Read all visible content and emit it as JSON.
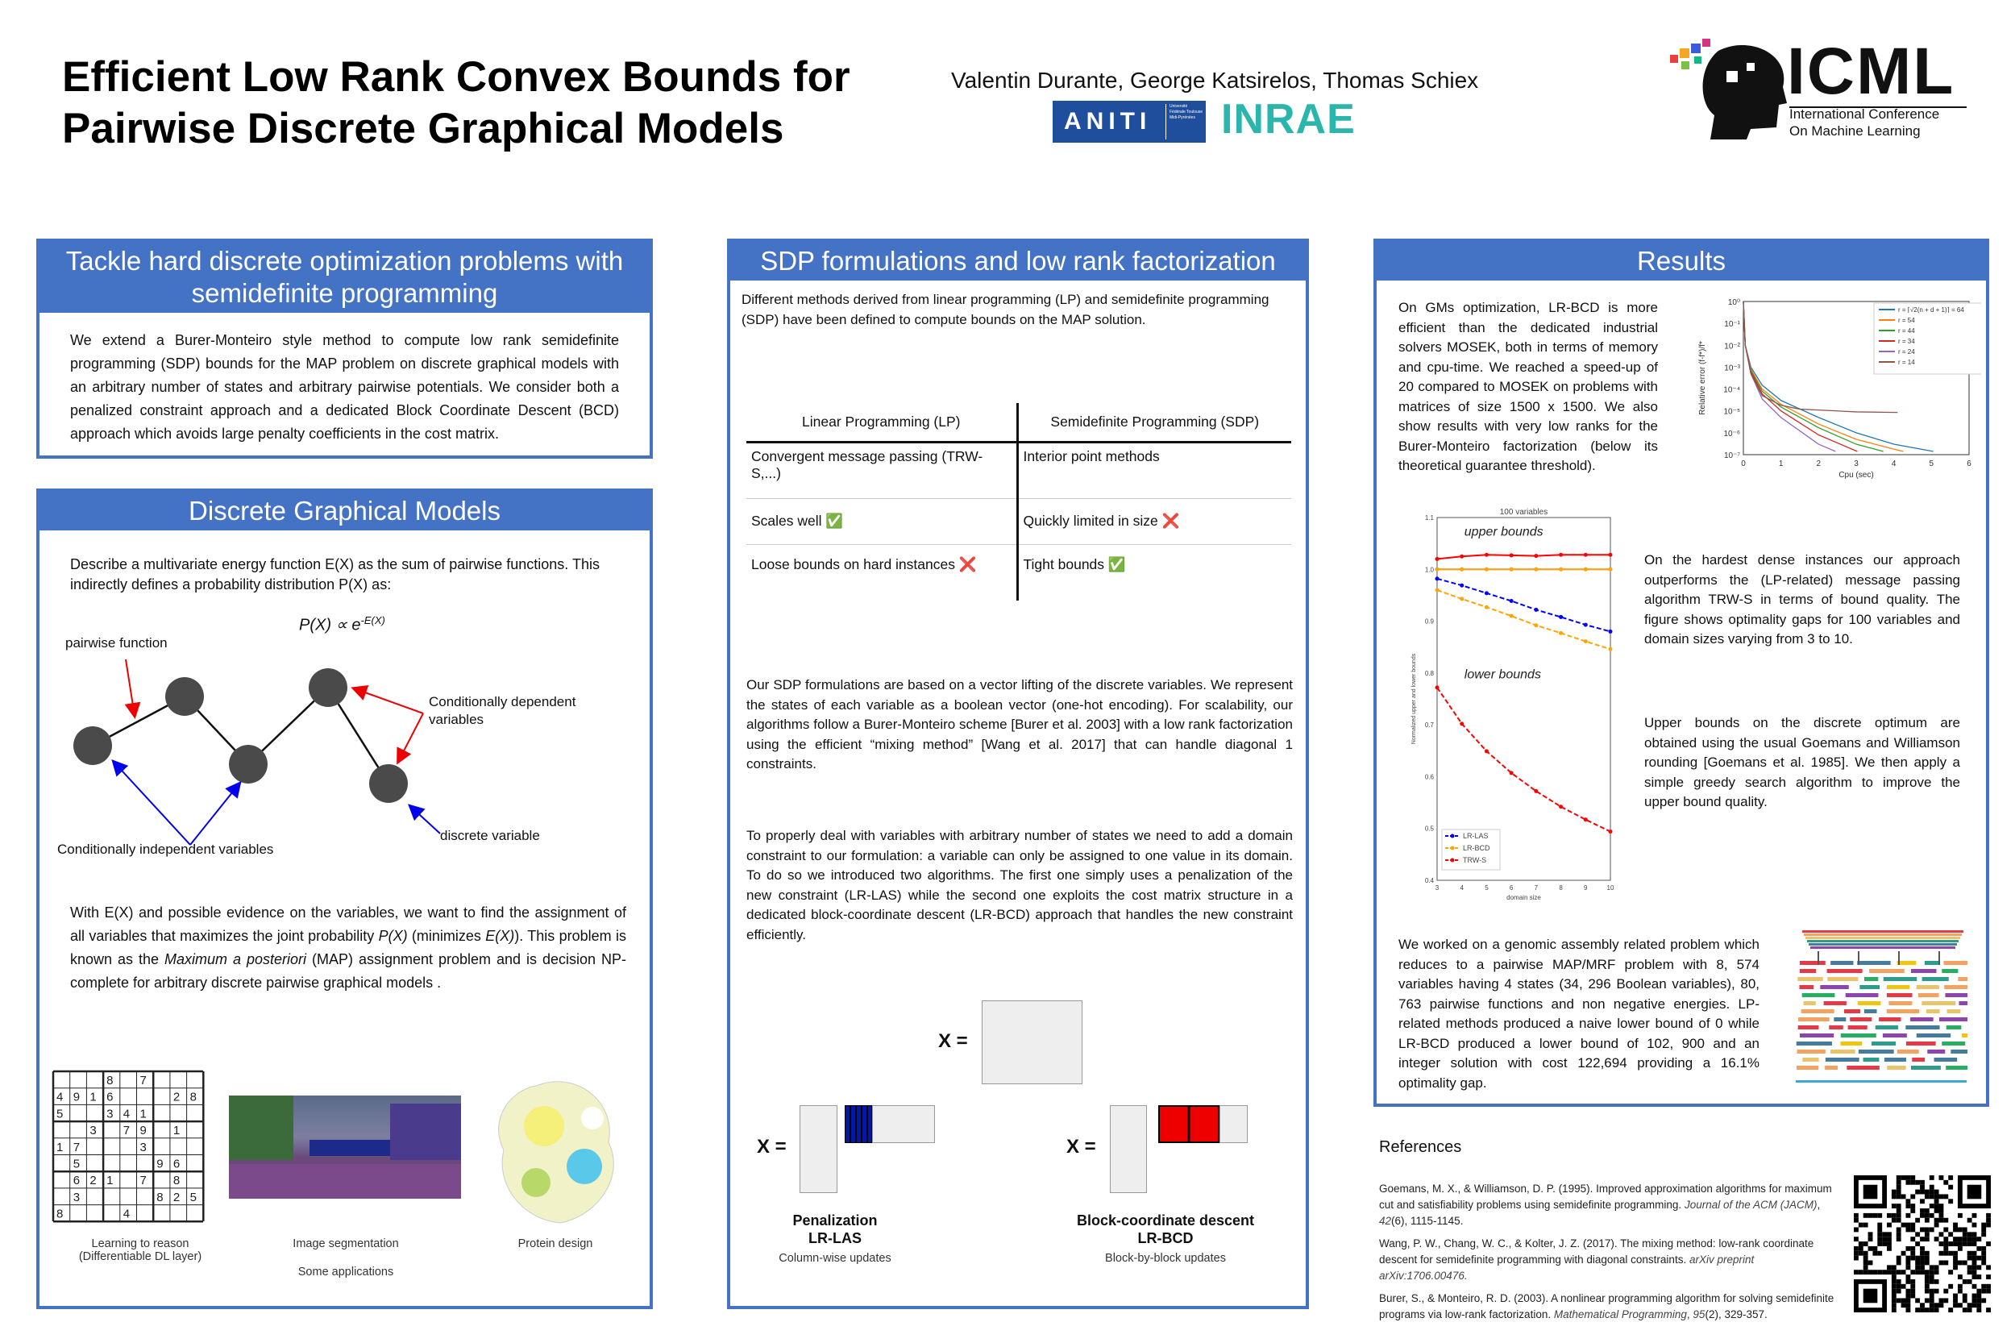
{
  "header": {
    "title_line1": "Efficient Low Rank Convex Bounds for",
    "title_line2": "Pairwise Discrete Graphical Models",
    "authors": "Valentin Durante, George Katsirelos, Thomas Schiex",
    "aniti_logo": "ANITI",
    "aniti_sub": "Université Fédérale Toulouse Midi-Pyrénées",
    "inrae_logo": "INRAE",
    "icml_logo": "ICML",
    "icml_sub1": "International Conference",
    "icml_sub2": "On Machine Learning"
  },
  "tackle": {
    "heading": "Tackle hard discrete optimization problems with semidefinite programming",
    "text": "We extend a Burer-Monteiro style method to compute low rank semidefinite programming (SDP) bounds for the MAP problem on discrete graphical models with an arbitrary number of states and arbitrary pairwise potentials. We consider both a penalized constraint approach and a dedicated Block Coordinate Descent (BCD) approach which avoids large penalty coefficients in the cost matrix."
  },
  "dgm": {
    "heading": "Discrete Graphical Models",
    "intro": "Describe a multivariate energy function E(X)  as the sum of pairwise functions. This indirectly defines a probability distribution P(X) as:",
    "formula_lhs": "P(X) ∝ e",
    "formula_exp": "-E(X)",
    "label_pairwise": "pairwise function",
    "label_dependent": "Conditionally dependent variables",
    "label_discrete": "discrete variable",
    "label_independent": "Conditionally independent variables",
    "map_text_1": "With E(X) and possible evidence on the variables, we want to find the assignment of all variables that maximizes the joint probability ",
    "map_px": "P(X)",
    "map_text_2": " (minimizes ",
    "map_ex": "E(X)",
    "map_text_3": "). This problem is known as the ",
    "map_name": "Maximum a posteriori",
    "map_text_4": " (MAP) assignment problem and is decision NP-complete for arbitrary discrete pairwise graphical models .",
    "apps": [
      {
        "caption1": "Learning to reason",
        "caption2": "(Differentiable DL layer)"
      },
      {
        "caption1": "Image segmentation",
        "caption2": ""
      },
      {
        "caption1": "Protein design",
        "caption2": ""
      }
    ],
    "apps_caption": "Some applications"
  },
  "sdp": {
    "heading": "SDP formulations and low rank factorization",
    "intro": "Different methods derived from linear programming (LP) and semidefinite programming (SDP) have been defined to compute bounds on the MAP solution.",
    "table": {
      "headers": [
        "Linear Programming (LP)",
        "Semidefinite Programming (SDP)"
      ],
      "rows": [
        [
          "Convergent message passing (TRW-S,...)",
          "Interior point methods"
        ],
        [
          "Scales well ✅",
          "Quickly limited in size ❌"
        ],
        [
          "Loose bounds on hard instances ❌",
          "Tight bounds ✅"
        ]
      ]
    },
    "para1": "Our SDP formulations are based on a vector lifting of the discrete  variables. We represent the states of each variable  as a boolean vector (one-hot encoding). For scalability, our algorithms follow a Burer-Monteiro scheme [Burer et al. 2003] with a low rank factorization using the efficient “mixing method” [Wang et al. 2017] that can handle diagonal 1 constraints.",
    "para2": "To properly deal with variables with arbitrary number of states we need to add a domain constraint to our formulation: a variable can only be assigned to one value in its domain. To do so we introduced two algorithms. The first one simply uses a penalization of the new constraint (LR-LAS) while the second one exploits the cost matrix structure in a dedicated block-coordinate descent (LR-BCD) approach that handles the new constraint efficiently.",
    "x_eq": "X =",
    "left": {
      "title": "Penalization",
      "name": "LR-LAS",
      "sub": "Column-wise updates"
    },
    "right": {
      "title": "Block-coordinate descent",
      "name": "LR-BCD",
      "sub": "Block-by-block updates"
    }
  },
  "results": {
    "heading": "Results",
    "text1": "On GMs optimization, LR-BCD is more efficient than the dedicated industrial solvers MOSEK, both in terms of memory and cpu-time. We reached a speed-up of 20 compared to MOSEK on problems with matrices of size 1500 x 1500. We also show results with very low ranks for the Burer-Monteiro factorization (below its theoretical guarantee threshold).",
    "text2": "On the hardest dense instances our approach outperforms the (LP-related) message passing algorithm TRW-S in terms of bound quality. The figure shows optimality gaps for 100 variables and  domain sizes varying from 3 to 10.",
    "text3": "Upper bounds on the discrete optimum are obtained using the usual Goemans and Williamson rounding [Goemans et al. 1985]. We then apply a simple greedy search algorithm to improve the upper bound quality.",
    "text4": "We worked on a genomic assembly related problem which reduces to a pairwise MAP/MRF problem with 8, 574 variables having 4 states (34, 296 Boolean variables), 80, 763 pairwise functions and non negative energies. LP-related methods produced a naive lower bound of 0 while LR-BCD produced a lower bound of 102, 900 and an integer solution with cost 122,694 providing a 16.1% optimality gap."
  },
  "references": {
    "heading": "References",
    "items": [
      {
        "text": "Goemans, M. X., & Williamson, D. P. (1995). Improved approximation algorithms for maximum cut and satisfiability problems using semidefinite programming. ",
        "journal": "Journal of the ACM (JACM)",
        "vol": "42",
        "rest": "(6), 1115-1145."
      },
      {
        "text": "Wang, P. W., Chang, W. C., & Kolter, J. Z. (2017). The mixing method: low-rank coordinate descent for semidefinite programming with diagonal constraints. ",
        "journal": "arXiv preprint arXiv:1706.00476.",
        "vol": "",
        "rest": ""
      },
      {
        "text": "Burer, S., & Monteiro, R. D. (2003). A nonlinear programming algorithm for solving semidefinite programs via low-rank factorization. ",
        "journal": "Mathematical Programming",
        "vol": "95",
        "rest": "(2), 329-357."
      }
    ]
  },
  "chart_data": [
    {
      "type": "line",
      "title": "",
      "xlabel": "Cpu (sec)",
      "ylabel": "Relative error (f-f*)/f*",
      "xlim": [
        0,
        6
      ],
      "ylim": [
        1e-07,
        1
      ],
      "yscale": "log",
      "xticks": [
        "0",
        "1",
        "2",
        "3",
        "4",
        "5",
        "6"
      ],
      "yticks": [
        "10⁰",
        "10⁻¹",
        "10⁻²",
        "10⁻³",
        "10⁻⁴",
        "10⁻⁵",
        "10⁻⁶",
        "10⁻⁷"
      ],
      "legend": "top-right",
      "series": [
        {
          "name": "r = ⌈√2(n + d + 1)⌉ = 64",
          "color": "#1f77b4",
          "x": [
            0,
            0.05,
            0.2,
            0.5,
            1,
            2,
            3,
            4,
            5.05
          ],
          "y": [
            1,
            0.01,
            0.001,
            0.00015,
            3e-05,
            5e-06,
            1e-06,
            3e-07,
            1.4e-07
          ]
        },
        {
          "name": "r = 54",
          "color": "#ff7f0e",
          "x": [
            0,
            0.05,
            0.2,
            0.5,
            1,
            2,
            3,
            4,
            4.25
          ],
          "y": [
            1,
            0.01,
            0.0008,
            0.0001,
            2e-05,
            2.5e-06,
            5e-07,
            1.8e-07,
            1.4e-07
          ]
        },
        {
          "name": "r = 44",
          "color": "#2ca02c",
          "x": [
            0,
            0.05,
            0.2,
            0.5,
            1,
            2,
            3,
            3.72
          ],
          "y": [
            1,
            0.01,
            0.0007,
            8e-05,
            1.5e-05,
            1.7e-06,
            3e-07,
            1.4e-07
          ]
        },
        {
          "name": "r = 34",
          "color": "#d62728",
          "x": [
            0,
            0.05,
            0.2,
            0.5,
            1,
            2,
            3.03
          ],
          "y": [
            1,
            0.01,
            0.0006,
            6e-05,
            1e-05,
            8e-07,
            1.4e-07
          ]
        },
        {
          "name": "r = 24",
          "color": "#9467bd",
          "x": [
            0,
            0.05,
            0.2,
            0.5,
            1,
            2,
            2.45
          ],
          "y": [
            1,
            0.01,
            0.0005,
            3.5e-05,
            5e-06,
            3e-07,
            1.4e-07
          ]
        },
        {
          "name": "r = 14",
          "color": "#8c564b",
          "x": [
            0,
            0.05,
            0.2,
            0.5,
            1,
            1.5,
            2,
            3,
            4.1
          ],
          "y": [
            1,
            0.01,
            0.0005,
            5e-05,
            1.8e-05,
            1.2e-05,
            1.1e-05,
            9e-06,
            8.5e-06
          ]
        }
      ]
    },
    {
      "type": "line",
      "title": "100 variables",
      "xlabel": "domain size",
      "ylabel": "Normalized upper and lower bounds",
      "xlim": [
        3,
        10
      ],
      "ylim": [
        0.4,
        1.1
      ],
      "xticks": [
        "3",
        "4",
        "5",
        "6",
        "7",
        "8",
        "9",
        "10"
      ],
      "yticks": [
        "0.4",
        "0.5",
        "0.6",
        "0.7",
        "0.8",
        "0.9",
        "1.0",
        "1.1"
      ],
      "legend": "bottom-left",
      "annotations": [
        "upper bounds",
        "lower bounds"
      ],
      "x": [
        3,
        4,
        5,
        6,
        7,
        8,
        9,
        10
      ],
      "series": [
        {
          "name": "LR-LAS",
          "color": "#0000ff",
          "kind": "lower",
          "y": [
            0.982,
            0.969,
            0.954,
            0.939,
            0.922,
            0.908,
            0.893,
            0.88
          ]
        },
        {
          "name": "LR-BCD",
          "color": "#ffa500",
          "kind": "lower",
          "y": [
            0.96,
            0.943,
            0.927,
            0.91,
            0.892,
            0.877,
            0.861,
            0.846
          ]
        },
        {
          "name": "TRW-S",
          "color": "#ff0000",
          "kind": "lower",
          "y": [
            0.772,
            0.702,
            0.649,
            0.607,
            0.572,
            0.542,
            0.517,
            0.494
          ]
        },
        {
          "name": "LR-LAS upper",
          "color": "#8080ff",
          "kind": "upper",
          "y": [
            1.0,
            1.0,
            1.0,
            1.0,
            1.0,
            1.0,
            1.0,
            1.0
          ]
        },
        {
          "name": "LR-BCD upper",
          "color": "#ffa500",
          "kind": "upper",
          "y": [
            1.0,
            1.0,
            1.0,
            1.0,
            1.0,
            1.0,
            1.0,
            1.0
          ]
        },
        {
          "name": "TRW-S upper",
          "color": "#ff0000",
          "kind": "upper",
          "y": [
            1.02,
            1.025,
            1.028,
            1.027,
            1.026,
            1.028,
            1.028,
            1.028
          ]
        }
      ]
    }
  ]
}
